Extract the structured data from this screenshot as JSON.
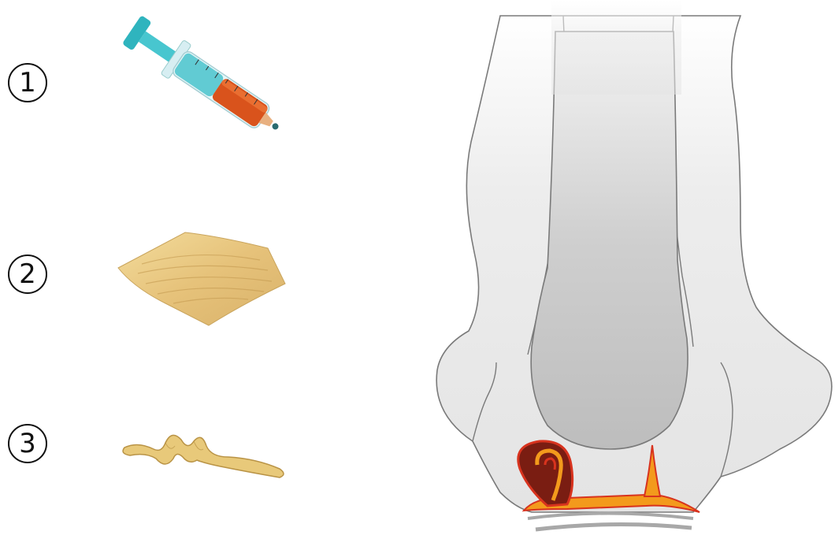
{
  "markers": [
    {
      "label": "1",
      "item": "syringe"
    },
    {
      "label": "2",
      "item": "collagen-pad"
    },
    {
      "label": "3",
      "item": "rolled-strip"
    }
  ],
  "colors": {
    "syringe_barrel": "#3fc0c8",
    "syringe_fluid": "#d9531c",
    "pad": "#e9cf8a",
    "strip": "#e8c97a",
    "foot_fill": "#eeeeee",
    "heel_fill": "#cccccc",
    "outline": "#7a7a7a",
    "tissue_dark": "#7a1d12",
    "tissue_red": "#d8331e",
    "tissue_orange": "#f39a1c",
    "ground_line": "#a8a8a8"
  }
}
